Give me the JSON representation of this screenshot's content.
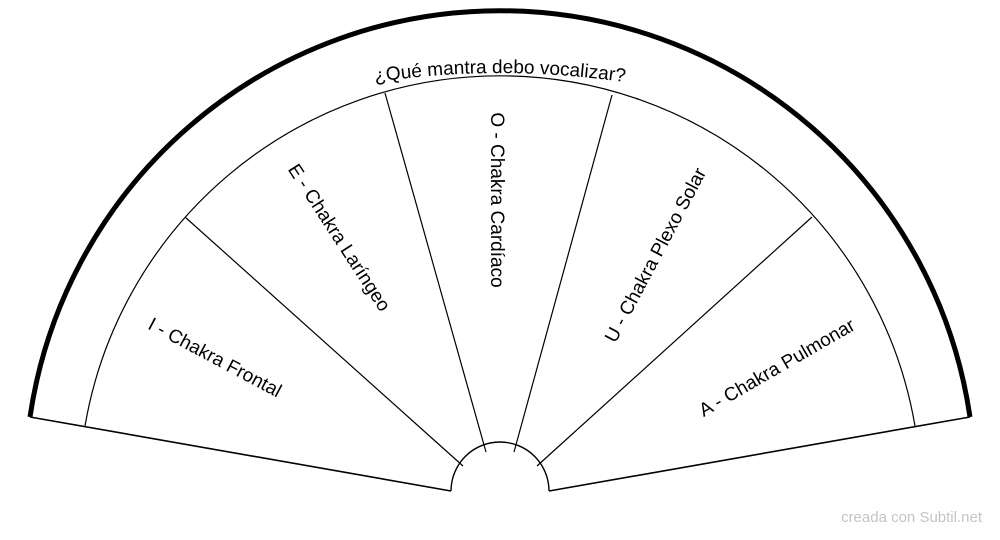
{
  "title": "¿Qué mantra debo vocalizar?",
  "sectors": [
    {
      "label": "I - Chakra Frontal"
    },
    {
      "label": "E - Chakra Laríngeo"
    },
    {
      "label": "O - Chakra Cardíaco"
    },
    {
      "label": "U - Chakra Plexo Solar"
    },
    {
      "label": "A - Chakra Pulmonar"
    }
  ],
  "footer": "creada con Subtil.net"
}
